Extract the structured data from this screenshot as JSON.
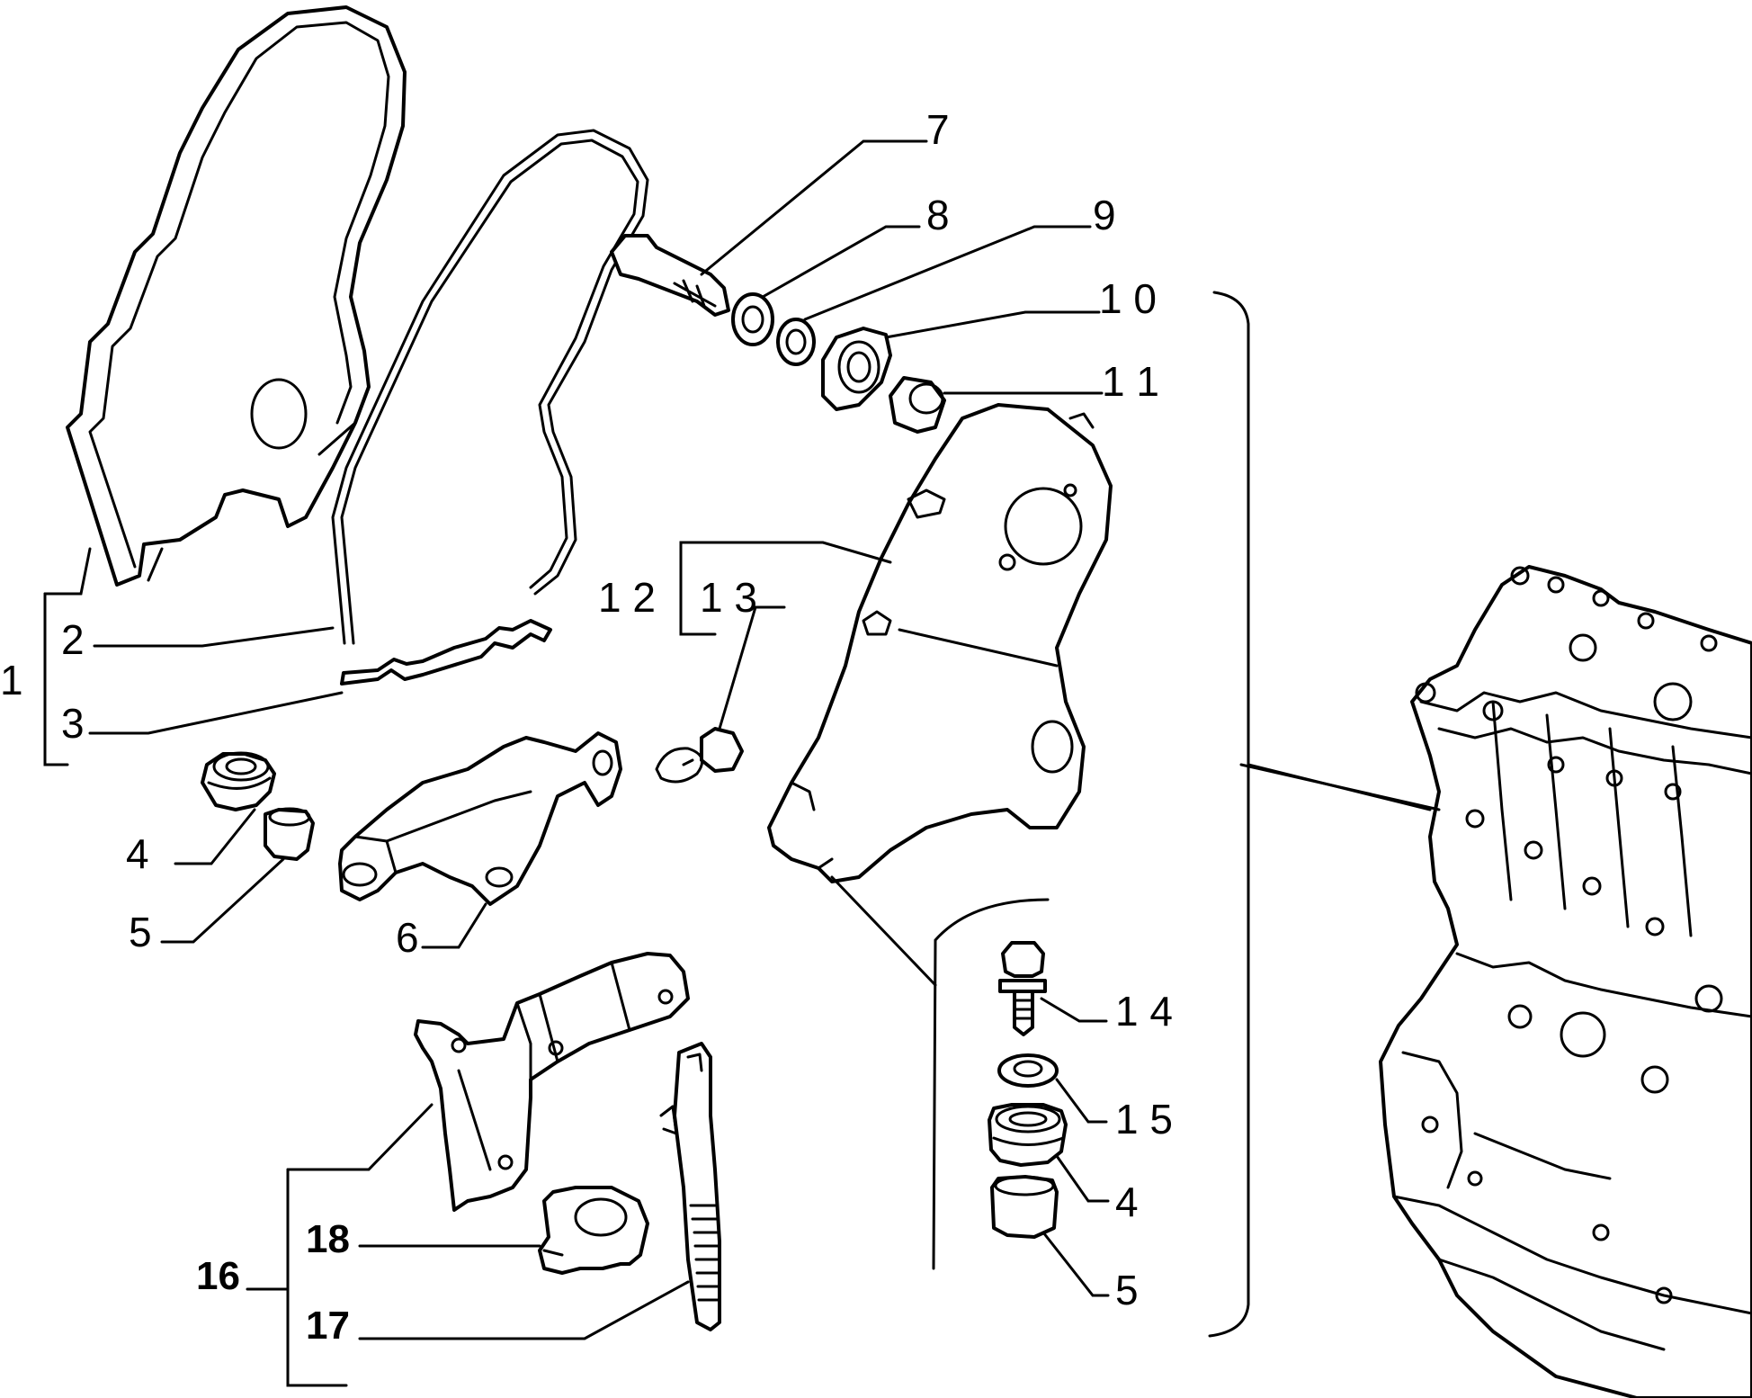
{
  "diagram": {
    "callouts": [
      {
        "id": "c1",
        "label": "1"
      },
      {
        "id": "c2",
        "label": "2"
      },
      {
        "id": "c3",
        "label": "3"
      },
      {
        "id": "c4a",
        "label": "4"
      },
      {
        "id": "c5a",
        "label": "5"
      },
      {
        "id": "c6",
        "label": "6"
      },
      {
        "id": "c7",
        "label": "7"
      },
      {
        "id": "c8",
        "label": "8"
      },
      {
        "id": "c9",
        "label": "9"
      },
      {
        "id": "c10",
        "label": "1 0"
      },
      {
        "id": "c11",
        "label": "1 1"
      },
      {
        "id": "c12",
        "label": "1 2"
      },
      {
        "id": "c13",
        "label": "1 3"
      },
      {
        "id": "c14",
        "label": "1 4"
      },
      {
        "id": "c15",
        "label": "1 5"
      },
      {
        "id": "c4b",
        "label": "4"
      },
      {
        "id": "c5b",
        "label": "5"
      },
      {
        "id": "c16",
        "label": "16"
      },
      {
        "id": "c17",
        "label": "17"
      },
      {
        "id": "c18",
        "label": "18"
      }
    ]
  }
}
